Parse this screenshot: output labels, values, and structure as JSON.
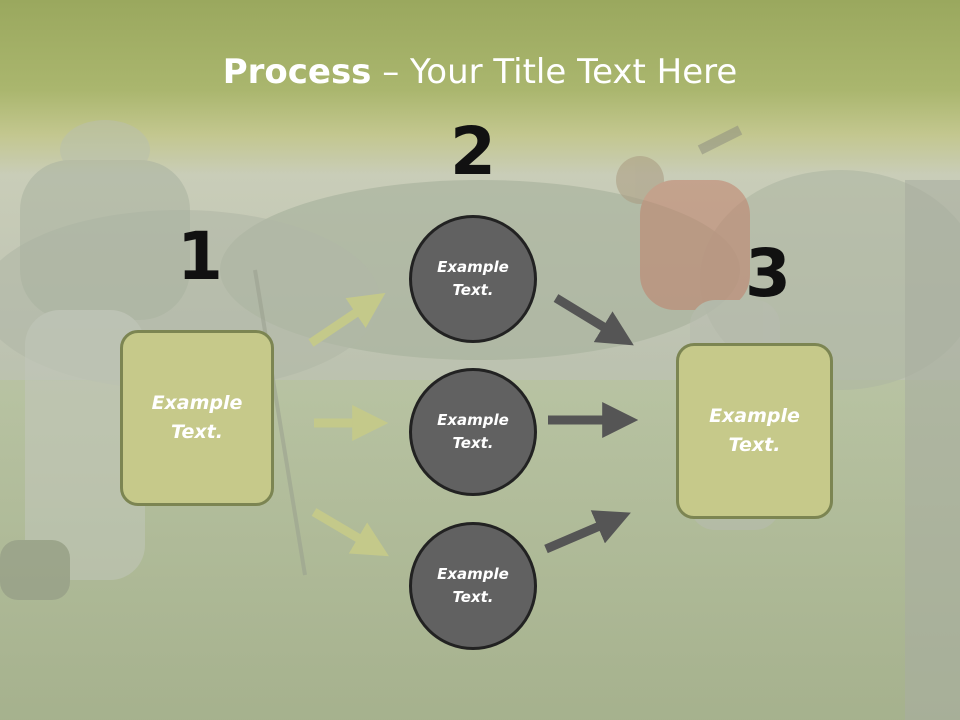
{
  "slide": {
    "title_bold": "Process",
    "title_rest": " – Your Title Text Here",
    "steps": [
      {
        "number": "1",
        "text_line1": "Example",
        "text_line2": "Text."
      },
      {
        "number": "2"
      },
      {
        "number": "3",
        "text_line1": "Example",
        "text_line2": "Text."
      }
    ],
    "circles": [
      {
        "text_line1": "Example",
        "text_line2": "Text."
      },
      {
        "text_line1": "Example",
        "text_line2": "Text."
      },
      {
        "text_line1": "Example",
        "text_line2": "Text."
      }
    ]
  },
  "colors": {
    "title_bar": "#9aa85e",
    "box_fill": "#c6c98a",
    "box_border": "#7c8552",
    "circle_fill": "#616161",
    "circle_border": "#222222",
    "arrow_light": "#c4c98a",
    "arrow_dark": "#555555"
  }
}
